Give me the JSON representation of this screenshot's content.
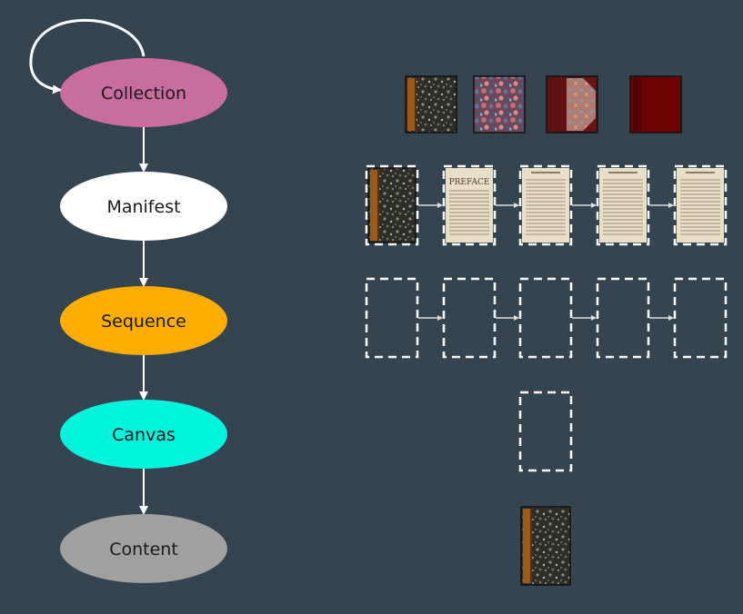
{
  "hierarchy": {
    "nodes": [
      {
        "id": "collection",
        "label": "Collection",
        "fill": "#c96da0",
        "text_color": "#1a1a1a"
      },
      {
        "id": "manifest",
        "label": "Manifest",
        "fill": "#ffffff",
        "text_color": "#1a1a1a"
      },
      {
        "id": "sequence",
        "label": "Sequence",
        "fill": "#ffad00",
        "text_color": "#1a1a1a"
      },
      {
        "id": "canvas",
        "label": "Canvas",
        "fill": "#00f5dd",
        "text_color": "#1a1a1a"
      },
      {
        "id": "content",
        "label": "Content",
        "fill": "#a0a0a0",
        "text_color": "#1a1a1a"
      }
    ],
    "self_loop_on": "collection",
    "arrow_color": "#ffffff"
  },
  "illustration": {
    "collection_row": [
      {
        "thumb": "marbled-leather-book-icon"
      },
      {
        "thumb": "marbled-paper-book-icon"
      },
      {
        "thumb": "half-bound-book-icon"
      },
      {
        "thumb": "red-cloth-book-icon"
      }
    ],
    "sequence_row": [
      {
        "thumb": "marbled-leather-book-icon"
      },
      {
        "thumb": "preface-page-icon",
        "text": "PREFACE"
      },
      {
        "thumb": "text-page-icon"
      },
      {
        "thumb": "text-page-icon"
      },
      {
        "thumb": "text-page-icon"
      }
    ],
    "canvas_row_count": 5,
    "single_canvas_count": 1,
    "content_item": {
      "thumb": "marbled-leather-book-icon"
    }
  }
}
